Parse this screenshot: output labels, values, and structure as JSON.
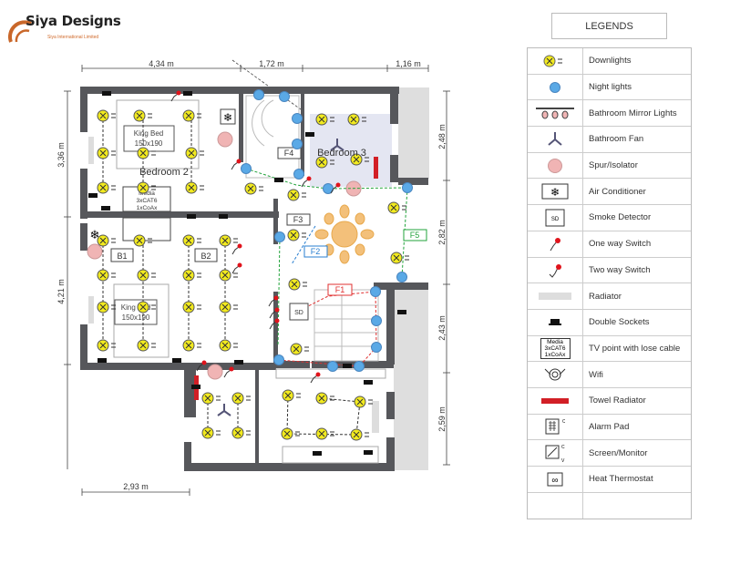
{
  "logo": {
    "title": "Siya Designs",
    "subtitle": "Siya International Limited"
  },
  "colors": {
    "wall": "#56575b",
    "downlight": "#f2ea1f",
    "night": "#5aa9e6",
    "switch": "#e0131b",
    "spur": "#f0b4b4",
    "towel": "#d21f26",
    "green": "#22a33b",
    "blue": "#2a7fd0",
    "red": "#e03030",
    "table": "#e8a94d"
  },
  "dimensions": {
    "top": [
      "4,34 m",
      "1,72 m",
      "1,16 m"
    ],
    "left": [
      "3,36 m",
      "4,21 m"
    ],
    "right": [
      "2,48 m",
      "2,82 m",
      "2,43 m",
      "2,59 m"
    ],
    "bottom": "2,93 m"
  },
  "rooms": {
    "bedroom2": "Bedroom 2",
    "bedroom3": "Bedroom 3",
    "b1": "B1",
    "b2": "B2"
  },
  "beds": [
    {
      "line1": "King Bed",
      "line2": "150x190"
    },
    {
      "line1": "King Bed",
      "line2": "150x190"
    }
  ],
  "media": {
    "line1": "Media",
    "line2": "3xCAT6",
    "line3": "1xCoAx"
  },
  "circuits": {
    "f1": "F1",
    "f2": "F2",
    "f3": "F3",
    "f4": "F4",
    "f5": "F5"
  },
  "smoke_detector": "SD",
  "legend": {
    "title": "LEGENDS",
    "items": [
      {
        "icon": "downlight-icon",
        "label": "Downlights"
      },
      {
        "icon": "night-light-icon",
        "label": "Night lights"
      },
      {
        "icon": "mirror-lights-icon",
        "label": "Bathroom Mirror Lights"
      },
      {
        "icon": "fan-icon",
        "label": "Bathroom Fan"
      },
      {
        "icon": "spur-icon",
        "label": "Spur/Isolator"
      },
      {
        "icon": "air-conditioner-icon",
        "label": "Air Conditioner"
      },
      {
        "icon": "smoke-detector-icon",
        "label": "Smoke Detector",
        "icon_text": "SD"
      },
      {
        "icon": "one-way-switch-icon",
        "label": "One way Switch"
      },
      {
        "icon": "two-way-switch-icon",
        "label": "Two way Switch"
      },
      {
        "icon": "radiator-icon",
        "label": "Radiator"
      },
      {
        "icon": "double-socket-icon",
        "label": "Double Sockets"
      },
      {
        "icon": "tv-point-icon",
        "label": "TV point with lose cable",
        "icon_text": [
          "Media",
          "3xCAT6",
          "1xCoAx"
        ]
      },
      {
        "icon": "wifi-icon",
        "label": "Wifi"
      },
      {
        "icon": "towel-radiator-icon",
        "label": "Towel Radiator"
      },
      {
        "icon": "alarm-pad-icon",
        "label": "Alarm Pad"
      },
      {
        "icon": "screen-monitor-icon",
        "label": "Screen/Monitor"
      },
      {
        "icon": "heat-thermostat-icon",
        "label": "Heat Thermostat"
      },
      {
        "icon": "",
        "label": ""
      }
    ]
  }
}
